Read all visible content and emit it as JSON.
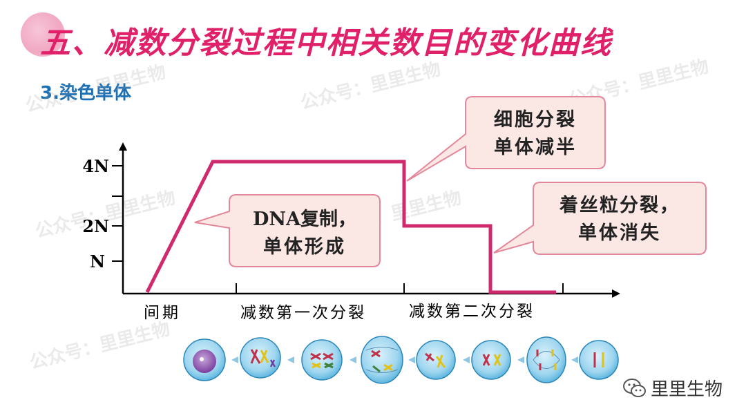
{
  "header": {
    "title": "五、减数分裂过程中相关数目的变化曲线",
    "subtitle": "3.染色单体"
  },
  "watermarks": [
    "公众号：里里生物",
    "公众号：里里生物",
    "公众号：里里生物",
    "公众号：里里生物",
    "公众号：里里生物",
    "公众号：里里生物"
  ],
  "axis": {
    "y_ticks": [
      "4N",
      "2N",
      "N"
    ],
    "x_phases": [
      "间期",
      "减数第一次分裂",
      "减数第二次分裂"
    ]
  },
  "callouts": {
    "dna_line1": "DNA复制，",
    "dna_line2": "单体形成",
    "division_line1": "细胞分裂",
    "division_line2": "单体减半",
    "centromere_line1": "着丝粒分裂，",
    "centromere_line2": "单体消失"
  },
  "branding": {
    "account": "里里生物"
  },
  "colors": {
    "curve": "#d02a6e",
    "title": "#e0216a",
    "subtitle": "#1b6fb5",
    "callout_fill": "#fbe7e4",
    "callout_stroke": "#e3879b"
  }
}
